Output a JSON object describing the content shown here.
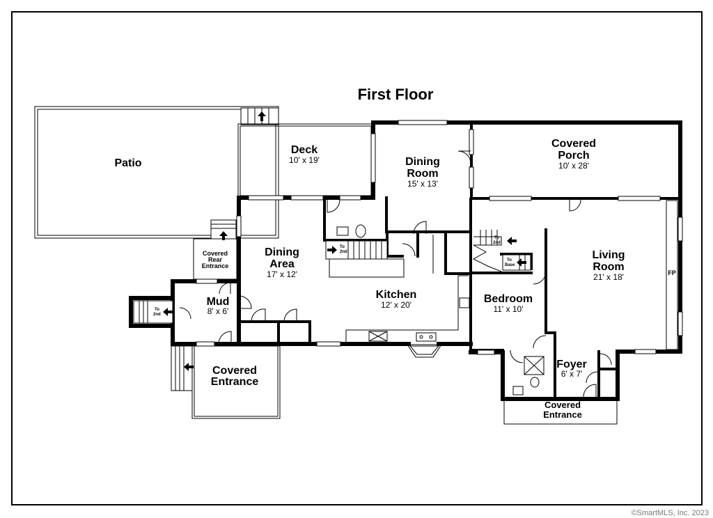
{
  "title": "First Floor",
  "copyright": "©SmartMLS, Inc.  2023",
  "rooms": {
    "patio": {
      "name": "Patio"
    },
    "deck": {
      "name": "Deck",
      "dims": "10' x 19'"
    },
    "dining_room": {
      "name_line1": "Dining",
      "name_line2": "Room",
      "dims": "15' x 13'"
    },
    "covered_porch": {
      "name_line1": "Covered",
      "name_line2": "Porch",
      "dims": "10' x 28'"
    },
    "covered_rear_entrance": {
      "line1": "Covered",
      "line2": "Rear",
      "line3": "Entrance"
    },
    "dining_area": {
      "name_line1": "Dining",
      "name_line2": "Area",
      "dims": "17' x 12'"
    },
    "living_room": {
      "name_line1": "Living",
      "name_line2": "Room",
      "dims": "21' x 18'"
    },
    "mud": {
      "name": "Mud",
      "dims": "8' x 6'"
    },
    "kitchen": {
      "name": "Kitchen",
      "dims": "12' x 20'"
    },
    "bedroom": {
      "name": "Bedroom",
      "dims": "11' x 10'"
    },
    "foyer": {
      "name": "Foyer",
      "dims": "6' x 7'"
    },
    "covered_entrance_left": {
      "name_line1": "Covered",
      "name_line2": "Entrance"
    },
    "covered_entrance_right": {
      "name_line1": "Covered",
      "name_line2": "Entrance"
    }
  },
  "labels": {
    "fireplace": "FP",
    "stair_up_line1": "To",
    "stair_up_line2": "2nd",
    "stair_base_line1": "To",
    "stair_base_line2": "Base"
  }
}
